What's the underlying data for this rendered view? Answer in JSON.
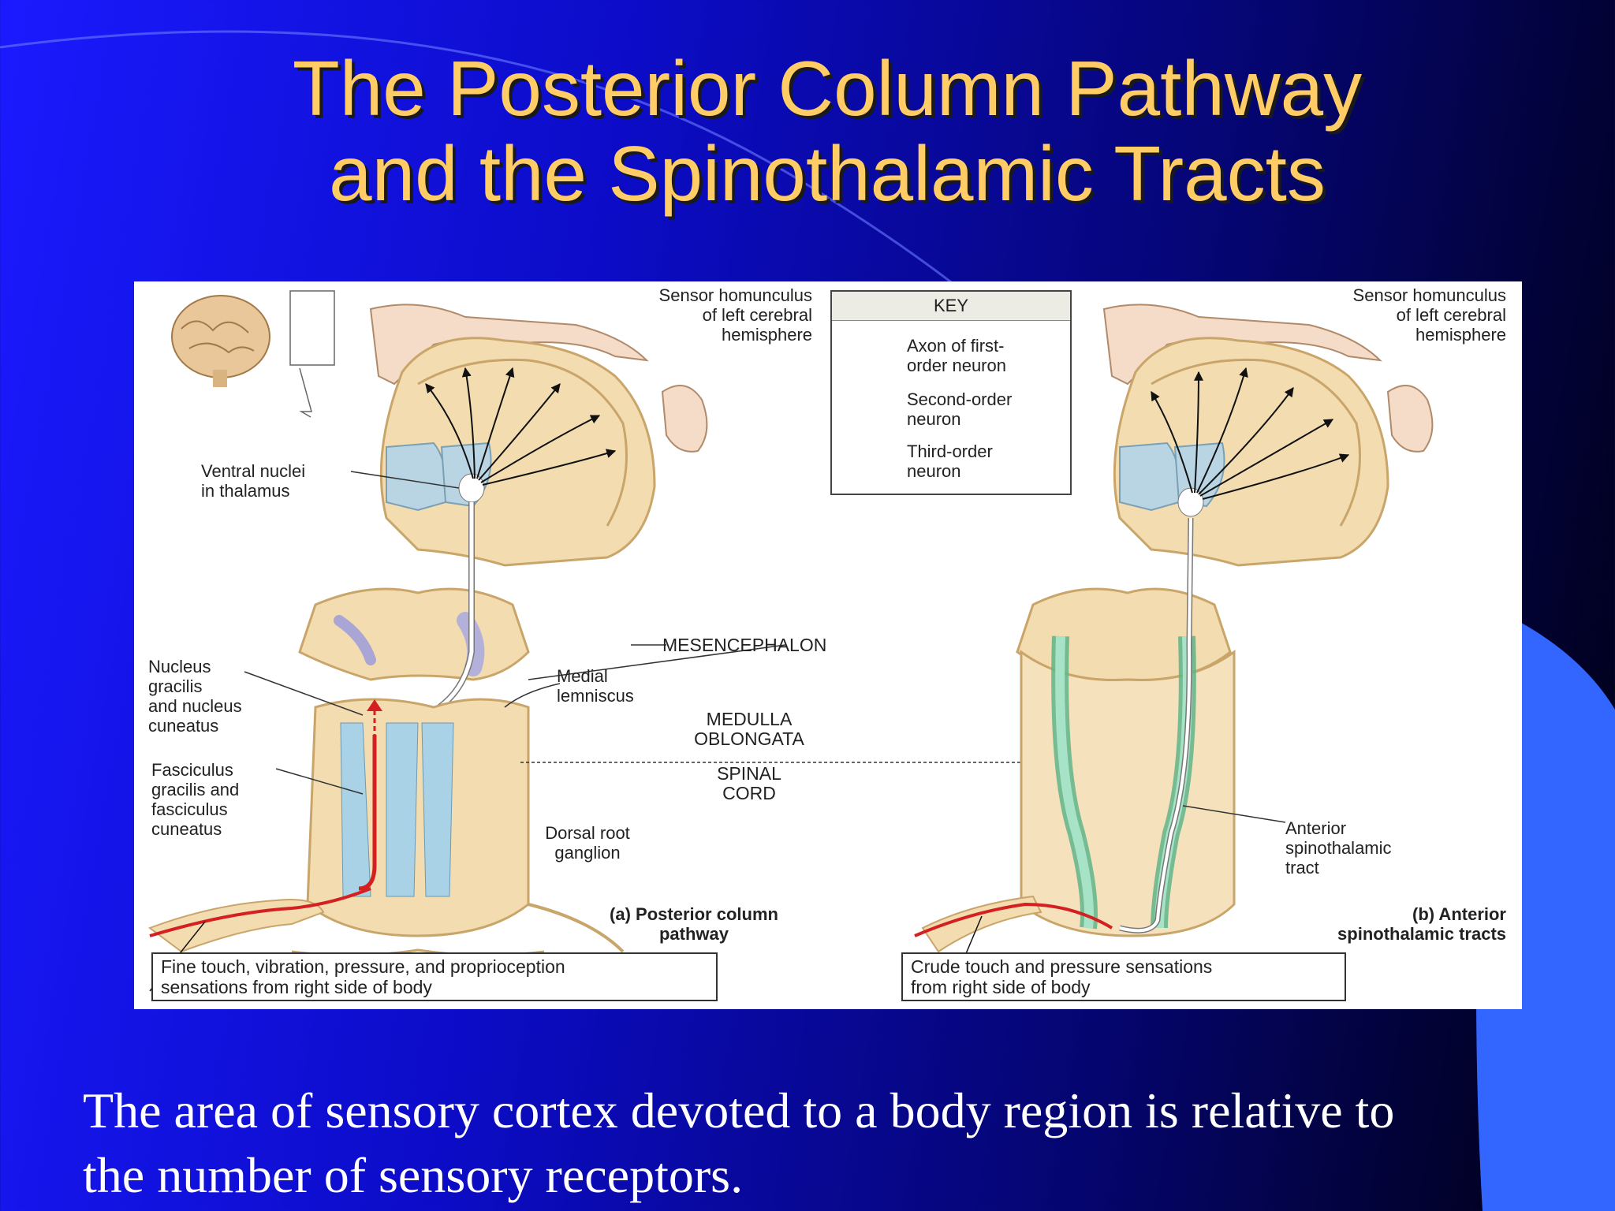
{
  "slide": {
    "title_line1": "The Posterior Column Pathway",
    "title_line2": "and the Spinothalamic Tracts",
    "body_line1": "The area of sensory cortex devoted to a body region is relative to",
    "body_line2": "the number of sensory receptors."
  },
  "figure": {
    "key": {
      "heading": "KEY",
      "first_order": [
        "Axon of first-",
        "order neuron"
      ],
      "second_order": [
        "Second-order",
        "neuron"
      ],
      "third_order": [
        "Third-order",
        "neuron"
      ]
    },
    "left_panel": {
      "homunculus": [
        "Sensor homunculus",
        "of left cerebral",
        "hemisphere"
      ],
      "thalamus": [
        "Ventral nuclei",
        "in thalamus"
      ],
      "nucleus": [
        "Nucleus",
        "gracilis",
        "and nucleus",
        "cuneatus"
      ],
      "medial_lemniscus": [
        "Medial",
        "lemniscus"
      ],
      "fasciculus": [
        "Fasciculus",
        "gracilis and",
        "fasciculus",
        "cuneatus"
      ],
      "dorsal_root": [
        "Dorsal root",
        "ganglion"
      ],
      "panel_label": [
        "(a) Posterior column",
        "pathway"
      ],
      "caption": [
        "Fine touch, vibration, pressure, and proprioception",
        "sensations from right side of body"
      ]
    },
    "center_labels": {
      "mesencephalon": "MESENCEPHALON",
      "medulla": [
        "MEDULLA",
        "OBLONGATA"
      ],
      "spinal_cord": [
        "SPINAL",
        "CORD"
      ]
    },
    "right_panel": {
      "homunculus": [
        "Sensor homunculus",
        "of left cerebral",
        "hemisphere"
      ],
      "anterior_tract": [
        "Anterior",
        "spinothalamic",
        "tract"
      ],
      "panel_label": [
        "(b) Anterior",
        "spinothalamic tracts"
      ],
      "caption": [
        "Crude touch and pressure sensations",
        "from right side of body"
      ]
    }
  },
  "colors": {
    "title": "#ffcc66",
    "background_left": "#1a1aff",
    "background_right": "#000010",
    "accent_blue": "#3366ff",
    "tissue": "#f2dcb0",
    "tissue_outline": "#c9a56a",
    "first_order_axon": "#d42020",
    "second_order_tract_left": "#9fc3d6",
    "second_order_tract_right": "#8fd6b0"
  }
}
